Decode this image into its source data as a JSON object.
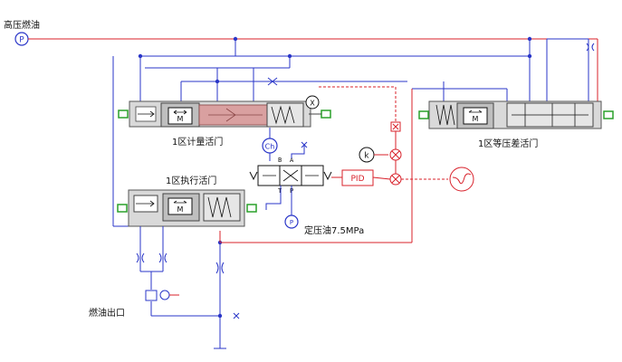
{
  "labels": {
    "high_pressure_fuel": "高压燃油",
    "metering_valve": "1区计量活门",
    "actuator_valve": "1区执行活门",
    "diff_pressure_valve": "1区等压差活门",
    "constant_pressure_oil": "定压油7.5MPa",
    "fuel_outlet": "燃油出口",
    "pid_block": "PID",
    "gain_block": "k",
    "p_source": "P",
    "ch_block": "Ch",
    "m_mark": "M",
    "x_mark": "X",
    "port_p": "P",
    "port_t": "T",
    "port_a": "A",
    "port_b": "B"
  },
  "colors": {
    "high_pressure_line": "#d8202a",
    "control_line": "#2a36c8",
    "signal_line": "#d8202a",
    "connector": "#2aa02a",
    "valve_body": "#d9d9d9",
    "metering_highlight": "#d9a0a0"
  },
  "icons": {
    "source": "pressure-source-icon",
    "scope": "scope-icon",
    "gain": "gain-icon",
    "sum": "summing-junction-icon"
  }
}
